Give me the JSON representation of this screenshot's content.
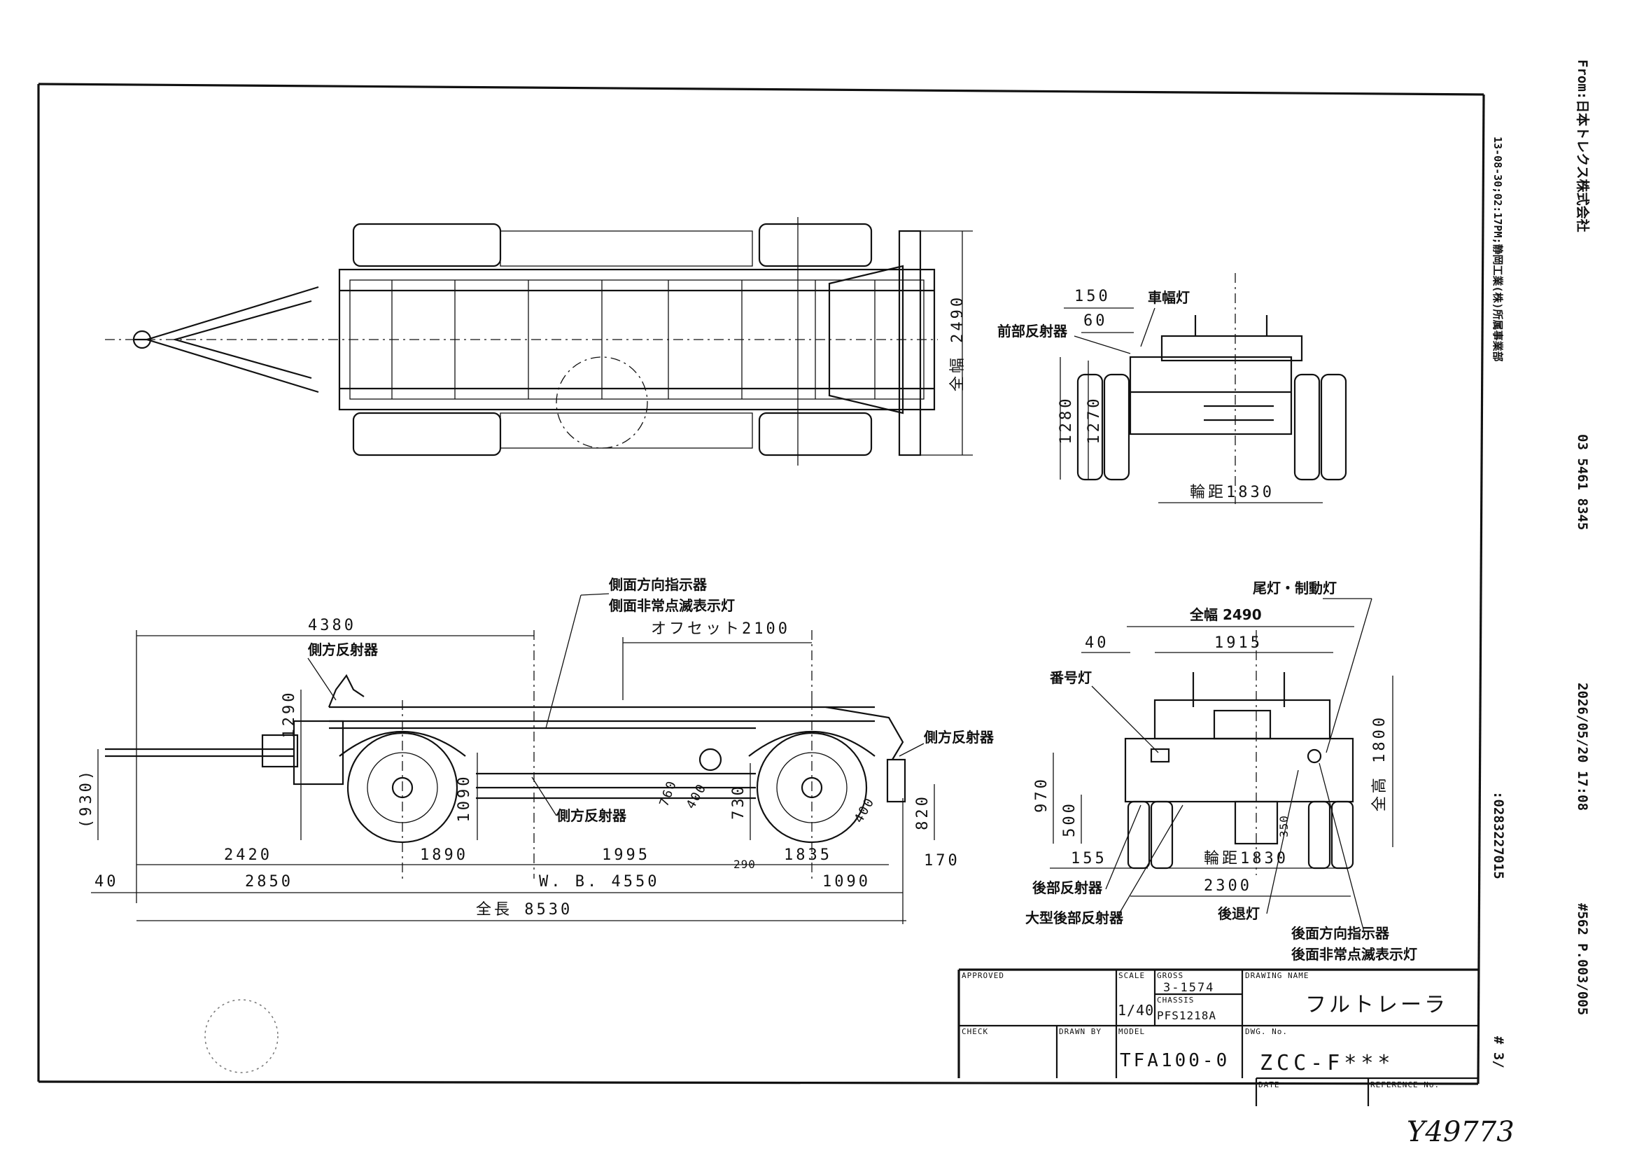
{
  "fax_header": {
    "sender": "From:日本トレクス株式会社",
    "phone": "03 5461 8345",
    "datetime": "2026/05/20 17:08",
    "fax_id": ":0283227015",
    "page": "#562 P.003/005",
    "transmit_stamp": "13-08-30;02:17PM;静岡工業(株)所属事業部",
    "page_mark": "# 3/"
  },
  "top_view": {
    "overall_width": "全幅 2490"
  },
  "front_view": {
    "dim_150": "150",
    "dim_60": "60",
    "label_width_lamp": "車幅灯",
    "label_front_reflector": "前部反射器",
    "dim_1280": "1280",
    "dim_1270": "1270",
    "track": "輪距1830"
  },
  "side_view": {
    "label_side_turn": "側面方向指示器",
    "label_side_marker": "側面非常点滅表示灯",
    "offset": "オフセット2100",
    "dim_4380": "4380",
    "label_side_reflector_1": "側方反射器",
    "label_side_reflector_2": "側方反射器",
    "label_side_reflector_3": "側方反射器",
    "dim_1290": "1290",
    "dim_930": "(930)",
    "dim_1090v": "1090",
    "dim_760": "760",
    "dim_400a": "400",
    "dim_730": "730",
    "dim_400b": "400",
    "dim_820": "820",
    "dim_2420": "2420",
    "dim_1890": "1890",
    "dim_1995": "1995",
    "dim_290": "290",
    "dim_1835": "1835",
    "dim_170": "170",
    "dim_40": "40",
    "dim_2850": "2850",
    "wheelbase": "W. B. 4550",
    "dim_1090h": "1090",
    "overall_length": "全長 8530"
  },
  "rear_view": {
    "label_tail_brake": "尾灯・制動灯",
    "overall_width": "全幅 2490",
    "dim_40": "40",
    "dim_1915": "1915",
    "label_plate_lamp": "番号灯",
    "overall_height": "全高 1800",
    "dim_970": "970",
    "dim_500": "500",
    "dim_350": "350",
    "dim_155": "155",
    "track": "輪距1830",
    "dim_2300": "2300",
    "label_rear_reflector": "後部反射器",
    "label_large_rear_reflector": "大型後部反射器",
    "label_reverse_lamp": "後退灯",
    "label_rear_turn": "後面方向指示器",
    "label_rear_marker": "後面非常点滅表示灯"
  },
  "title_block": {
    "approved_label": "APPROVED",
    "scale_label": "SCALE",
    "gross_label": "GROSS",
    "gross_value": "3-1574",
    "scale_value": "1/40",
    "chassis_label": "CHASSIS",
    "chassis_value": "PFS1218A",
    "drawing_name_label": "DRAWING NAME",
    "drawing_name": "フルトレーラ",
    "check_label": "CHECK",
    "drawn_by_label": "DRAWN BY",
    "model_label": "MODEL",
    "model_value": "TFA100-0",
    "dwg_no_label": "DWG. No.",
    "dwg_no": "ZCC-F***",
    "date_label": "DATE",
    "reference_label": "REFERENCE No."
  },
  "handwritten_number": "Y49773"
}
